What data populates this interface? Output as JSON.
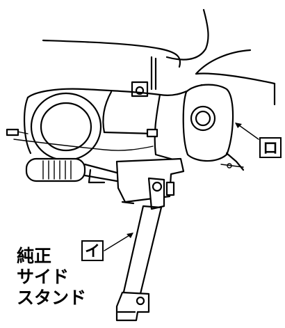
{
  "callouts": {
    "ro": "ロ",
    "i": "イ"
  },
  "caption": {
    "line1": "純正",
    "line2": "サイド",
    "line3": "スタンド"
  }
}
